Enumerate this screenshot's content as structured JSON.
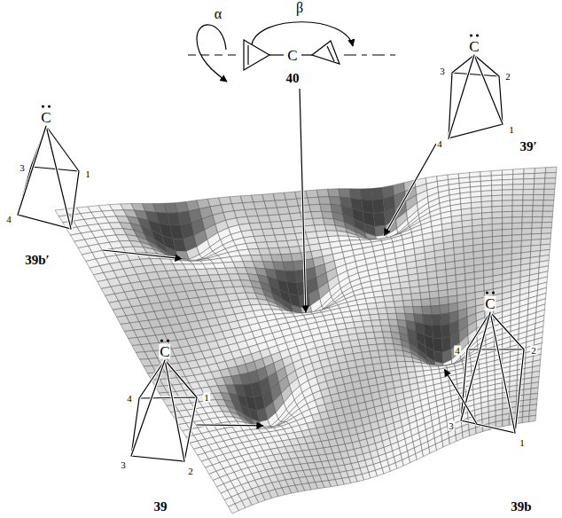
{
  "diagram": {
    "labels": [
      "α",
      "β",
      "C",
      "40",
      "C",
      "3",
      "2",
      "4",
      "1",
      "39′",
      "C",
      "3",
      "1",
      "4",
      "39b′",
      "C",
      "4",
      "1",
      "3",
      "2",
      "39",
      "C",
      "4",
      "2",
      "3",
      "1",
      "39b"
    ]
  }
}
